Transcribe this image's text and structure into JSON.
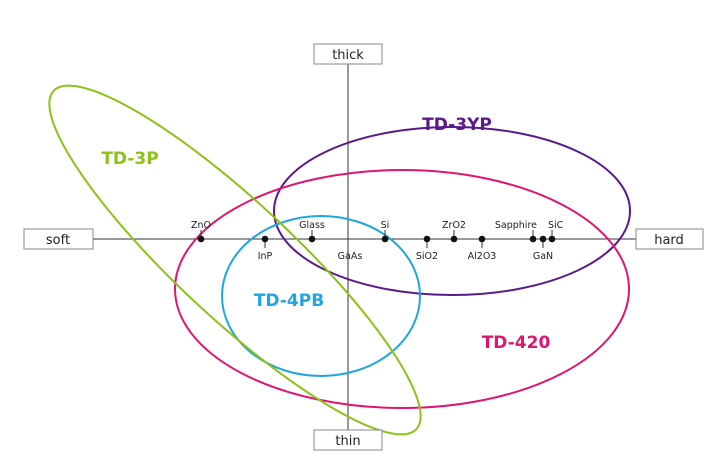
{
  "axes": {
    "top": "thick",
    "bottom": "thin",
    "left": "soft",
    "right": "hard"
  },
  "products": [
    {
      "name": "TD-3YP",
      "color": "#5b1a8c"
    },
    {
      "name": "TD-420",
      "color": "#e0156f"
    },
    {
      "name": "TD-4PB",
      "color": "#1fa5e0"
    },
    {
      "name": "TD-3P",
      "color": "#8cc21a"
    }
  ],
  "materials": [
    {
      "name": "ZnO",
      "label": "above"
    },
    {
      "name": "InP",
      "label": "below"
    },
    {
      "name": "Glass",
      "label": "above"
    },
    {
      "name": "GaAs",
      "label": "below",
      "dot": false
    },
    {
      "name": "Si",
      "label": "above"
    },
    {
      "name": "SiO2",
      "label": "below"
    },
    {
      "name": "ZrO2",
      "label": "above"
    },
    {
      "name": "Al2O3",
      "label": "below"
    },
    {
      "name": "Sapphire",
      "label": "above"
    },
    {
      "name": "GaN",
      "label": "below"
    },
    {
      "name": "SiC",
      "label": "above"
    }
  ]
}
